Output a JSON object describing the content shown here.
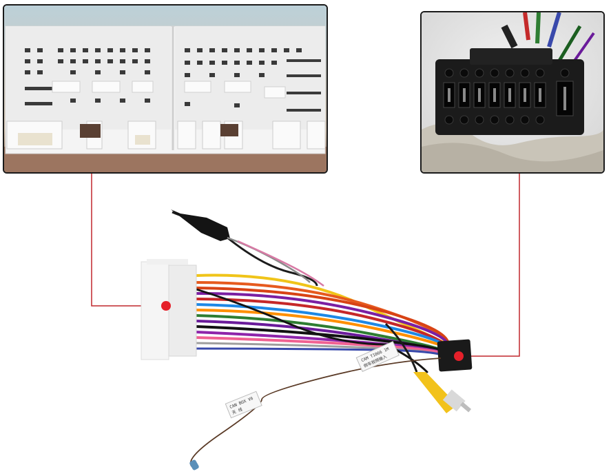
{
  "colors": {
    "callout_line": "#c0262c",
    "callout_dot": "#e5202a",
    "connector_white": "#f3f3f3",
    "rca_yellow": "#f2c21b"
  },
  "tags": {
    "tag_1_line1": "CAM T1066 1M",
    "tag_1_line2": "倒车视频输入",
    "tag_2_line1": "CAN BOX V6",
    "tag_2_line2": "天  线"
  }
}
